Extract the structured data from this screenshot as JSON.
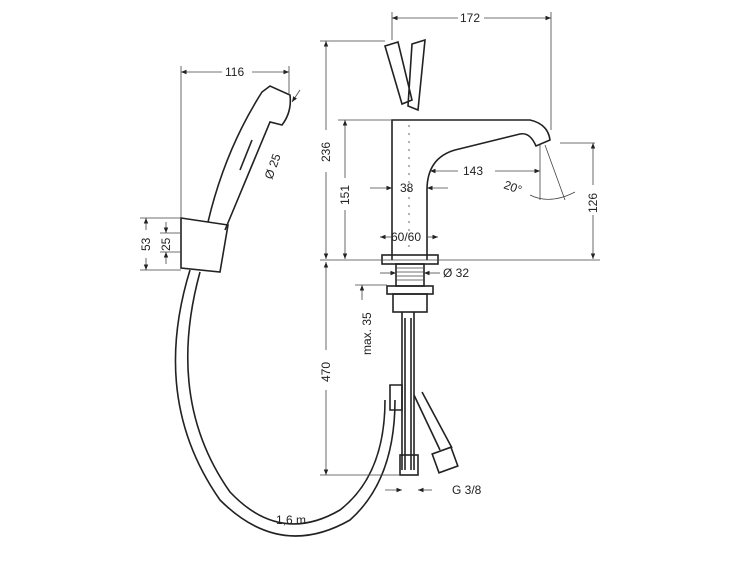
{
  "title": "Faucet with hand shower dimension drawing",
  "dimensions": {
    "spout_reach_total": "172",
    "handshower_length": "116",
    "total_height": "236",
    "body_height": "151",
    "body_width": "38",
    "spout_reach": "143",
    "spout_angle": "20°",
    "spout_height": "126",
    "base_size": "60/60",
    "handshower_diameter": "Ø 25",
    "holder_height": "53",
    "holder_inner": "25",
    "thread_diameter": "Ø 32",
    "max_thickness": "max. 35",
    "connection_length": "470",
    "connection_thread": "G 3/8",
    "hose_length": "1,6 m"
  }
}
